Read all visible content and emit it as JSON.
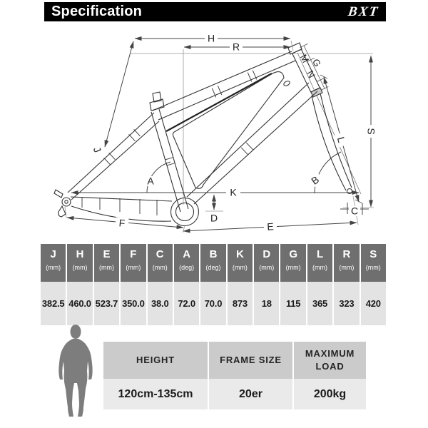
{
  "header": {
    "title": "Specification",
    "brand": "BXT"
  },
  "diagram": {
    "labels": {
      "H": "H",
      "R": "R",
      "M": "M",
      "G": "G",
      "N": "N",
      "S": "S",
      "L": "L",
      "B": "B",
      "C": "C",
      "K": "K",
      "D": "D",
      "E": "E",
      "F": "F",
      "A": "A",
      "J": "J"
    }
  },
  "spec_table": {
    "columns": [
      {
        "label": "J",
        "unit": "(mm)",
        "value": "382.5"
      },
      {
        "label": "H",
        "unit": "(mm)",
        "value": "460.0"
      },
      {
        "label": "E",
        "unit": "(mm)",
        "value": "523.7"
      },
      {
        "label": "F",
        "unit": "(mm)",
        "value": "350.0"
      },
      {
        "label": "C",
        "unit": "(mm)",
        "value": "38.0"
      },
      {
        "label": "A",
        "unit": "(deg)",
        "value": "72.0"
      },
      {
        "label": "B",
        "unit": "(deg)",
        "value": "70.0"
      },
      {
        "label": "K",
        "unit": "(mm)",
        "value": "873"
      },
      {
        "label": "D",
        "unit": "(mm)",
        "value": "18"
      },
      {
        "label": "G",
        "unit": "(mm)",
        "value": "115"
      },
      {
        "label": "L",
        "unit": "(mm)",
        "value": "365"
      },
      {
        "label": "R",
        "unit": "(mm)",
        "value": "323"
      },
      {
        "label": "S",
        "unit": "(mm)",
        "value": "420"
      }
    ]
  },
  "fit_table": {
    "headers": [
      "HEIGHT",
      "FRAME SIZE",
      "MAXIMUM LOAD"
    ],
    "values": [
      "120cm-135cm",
      "20er",
      "200kg"
    ]
  },
  "colors": {
    "topbar_bg": "#000000",
    "spec_header_bg": "#6f6f6f",
    "spec_row_bg": "#e3e3e3",
    "fit_header_bg": "#cbcbcb",
    "fit_row_bg": "#eaeaea",
    "silhouette": "#7d7d7d",
    "line": "#333333"
  }
}
